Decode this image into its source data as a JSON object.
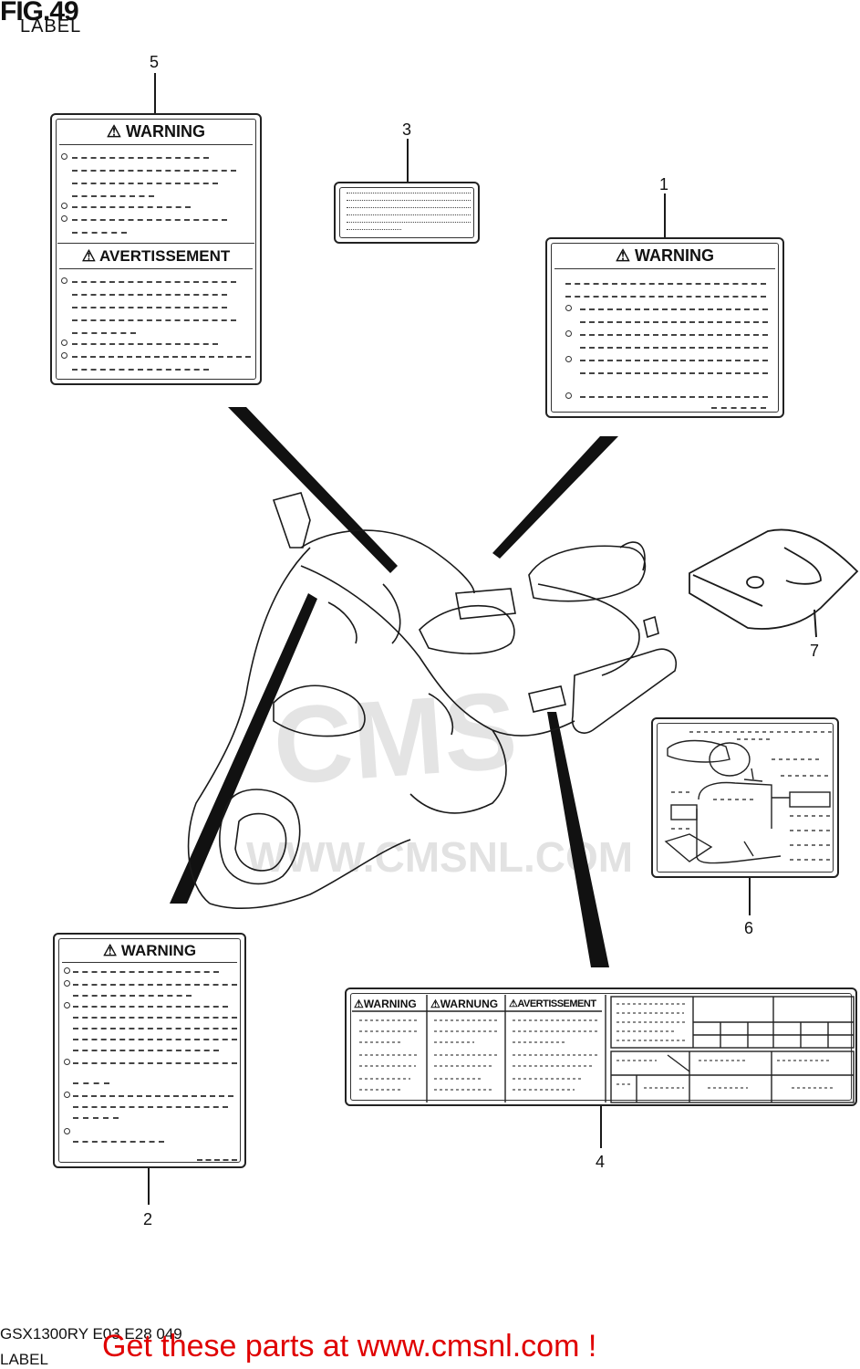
{
  "figure": {
    "title": "FIG.49",
    "subtitle": "LABEL"
  },
  "callouts": {
    "c1": "1",
    "c2": "2",
    "c3": "3",
    "c4": "4",
    "c5": "5",
    "c6": "6",
    "c7": "7"
  },
  "labels": {
    "label5": {
      "header_top": "⚠ WARNING",
      "header_mid": "⚠ AVERTISSEMENT"
    },
    "label1": {
      "header": "⚠ WARNING"
    },
    "label2": {
      "header": "⚠ WARNING"
    },
    "label4": {
      "h1": "⚠WARNING",
      "h2": "⚠WARNUNG",
      "h3": "⚠AVERTISSEMENT"
    }
  },
  "watermark": {
    "logo": "CMS",
    "url": "WWW.CMSNL.COM"
  },
  "footer": {
    "code": "GSX1300RY E03 E28 049",
    "label": "LABEL",
    "link": "Get these parts at www.cmsnl.com !"
  },
  "colors": {
    "link": "#e00000",
    "line": "#111111",
    "watermark": "#cfcfcf"
  }
}
